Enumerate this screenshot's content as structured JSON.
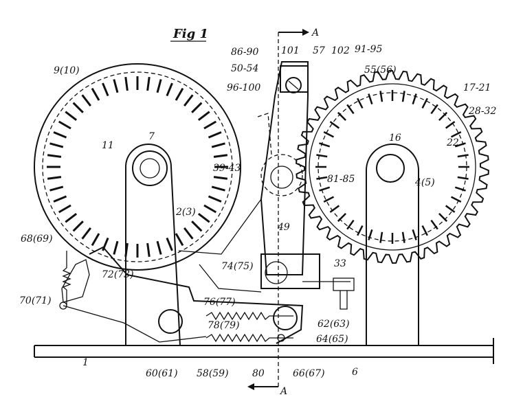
{
  "title": "Fig 1",
  "section_marks": {
    "top": "A",
    "bottom": "A"
  },
  "labels": {
    "l9_10": "9(10)",
    "l11": "11",
    "l7": "7",
    "l2_3": "2(3)",
    "l68_69": "68(69)",
    "l72_73": "72(73)",
    "l70_71": "70(71)",
    "l1": "1",
    "l60_61": "60(61)",
    "l58_59": "58(59)",
    "l80": "80",
    "l66_67": "66(67)",
    "l6": "6",
    "l64_65": "64(65)",
    "l62_63": "62(63)",
    "l78_79": "78(79)",
    "l76_77": "76(77)",
    "l74_75": "74(75)",
    "l49": "49",
    "l33": "33",
    "l39_43": "39-43",
    "l96_100": "96-100",
    "l50_54": "50-54",
    "l86_90": "86-90",
    "l101": "101",
    "l57": "57",
    "l102": "102",
    "l91_95": "91-95",
    "l55_56": "55(56)",
    "l17_21": "17-21",
    "l28_32": "28-32",
    "l22": "22",
    "l16": "16",
    "l4_5": "4(5)",
    "l81_85": "81-85"
  }
}
